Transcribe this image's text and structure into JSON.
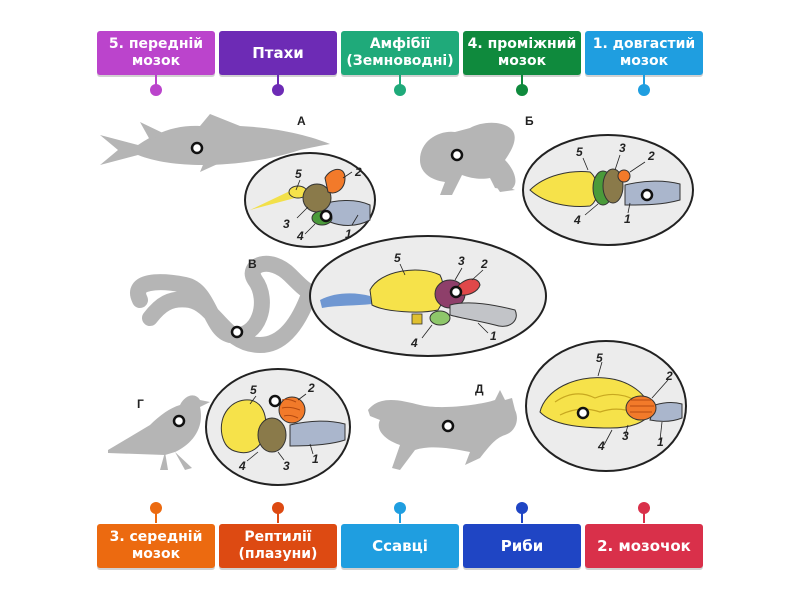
{
  "top_labels": [
    {
      "text": "5. передній\nмозок",
      "color": "#bb44cc"
    },
    {
      "text": "Птахи",
      "color": "#6d2bb5"
    },
    {
      "text": "Амфібії\n(Земноводні)",
      "color": "#1faa7a"
    },
    {
      "text": "4. проміжний\nмозок",
      "color": "#0f8a3d"
    },
    {
      "text": "1. довгастий\nмозок",
      "color": "#1f9ee0"
    }
  ],
  "bottom_labels": [
    {
      "text": "3. середній\nмозок",
      "color": "#ec6a10"
    },
    {
      "text": "Рептилії\n(плазуни)",
      "color": "#dd4a12"
    },
    {
      "text": "Ссавці",
      "color": "#1f9ee0"
    },
    {
      "text": "Риби",
      "color": "#1f45c4"
    },
    {
      "text": "2. мозочок",
      "color": "#d9304a"
    }
  ],
  "figure": {
    "letters": {
      "a": "А",
      "b": "Б",
      "v": "В",
      "g": "Г",
      "d": "Д"
    },
    "nums": {
      "n1": "1",
      "n2": "2",
      "n3": "3",
      "n4": "4",
      "n5": "5"
    }
  }
}
